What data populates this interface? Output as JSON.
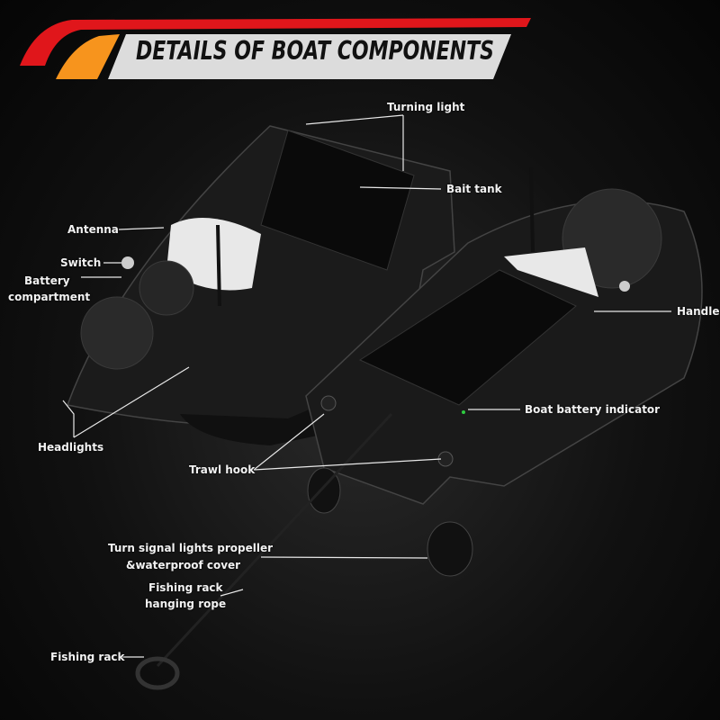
{
  "header": {
    "title": "DETAILS OF BOAT COMPONENTS",
    "accent_red": "#e0161b",
    "accent_orange": "#f7941d"
  },
  "labels": {
    "turning_light": "Turning light",
    "bait_tank": "Bait tank",
    "antenna": "Antenna",
    "switch": "Switch",
    "battery_line1": "Battery",
    "battery_line2": "compartment",
    "handle": "Handle",
    "boat_battery_indicator": "Boat battery indicator",
    "headlights": "Headlights",
    "trawl_hook": "Trawl hook",
    "propeller_line1": "Turn signal lights propeller",
    "propeller_line2": "&waterproof cover",
    "rope_line1": "Fishing rack",
    "rope_line2": "hanging rope",
    "fishing_rack": "Fishing rack"
  }
}
